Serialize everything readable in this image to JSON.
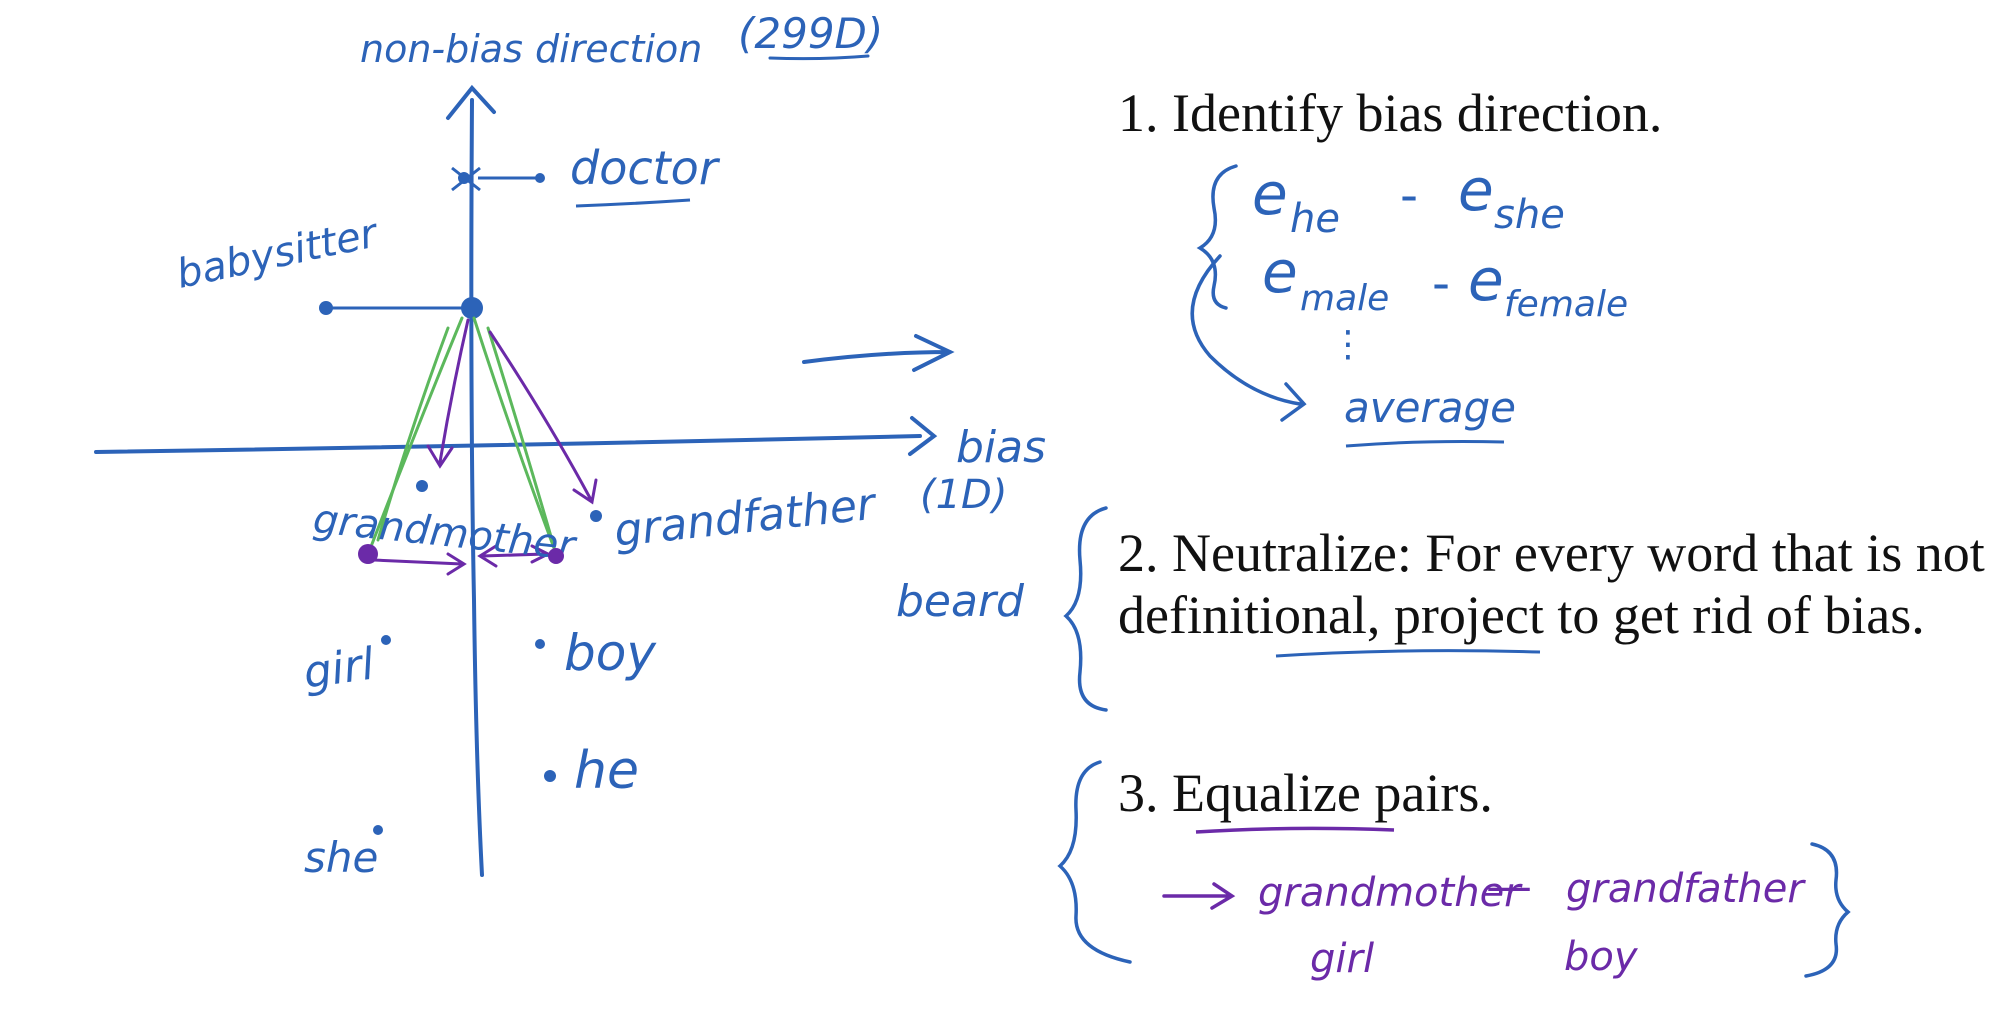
{
  "steps": {
    "step1": "1. Identify bias direction.",
    "step2": "2. Neutralize: For every word that is not definitional, project to get rid of bias.",
    "step3": "3. Equalize pairs."
  },
  "handwriting": {
    "nonbias_axis": "non-bias direction",
    "nonbias_dim": "(299D)",
    "bias_axis": "bias",
    "bias_dim": "(1D)",
    "doctor": "doctor",
    "babysitter": "babysitter",
    "grandmother": "grandmother",
    "grandfather": "grandfather",
    "beard": "beard",
    "girl": "girl",
    "boy": "boy",
    "he": "he",
    "she": "she",
    "e_he": "e",
    "e_he_sub": "he",
    "minus": "-",
    "e_she": "e",
    "e_she_sub": "she",
    "e_male": "e",
    "e_male_sub": "male",
    "e_female": "e",
    "e_female_sub": "female",
    "dots": "⋮",
    "average": "average",
    "pair1_a": "grandmother",
    "pair1_b": "grandfather",
    "pair2_a": "girl",
    "pair2_b": "boy",
    "dash": "—"
  },
  "colors": {
    "ink_blue": "#2c63b8",
    "ink_purple": "#6b2aa8",
    "ink_green": "#5cb85c",
    "text": "#111111"
  }
}
